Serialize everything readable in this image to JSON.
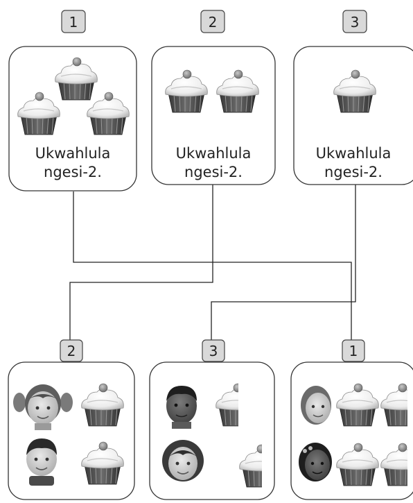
{
  "top_cards": [
    {
      "number": "1",
      "caption_line1": "Ukwahlula",
      "caption_line2": "ngesi-2.",
      "cupcake_count": 3
    },
    {
      "number": "2",
      "caption_line1": "Ukwahlula",
      "caption_line2": "ngesi-2.",
      "cupcake_count": 2
    },
    {
      "number": "3",
      "caption_line1": "Ukwahlula",
      "caption_line2": "ngesi-2.",
      "cupcake_count": 1
    }
  ],
  "bottom_cards": [
    {
      "number": "2",
      "rows": 2,
      "cupcakes_per_row": 1,
      "children": [
        "girl-pigtails",
        "boy"
      ]
    },
    {
      "number": "3",
      "rows": 2,
      "cupcakes_per_row": 1,
      "children": [
        "dark-skinned boy",
        "curly-haired girl"
      ]
    },
    {
      "number": "1",
      "rows": 2,
      "cupcakes_per_row": 2,
      "children": [
        "girl",
        "girl with braids"
      ]
    }
  ],
  "connections": [
    {
      "from_top": "1",
      "to_bottom": "1"
    },
    {
      "from_top": "2",
      "to_bottom": "2"
    },
    {
      "from_top": "3",
      "to_bottom": "3"
    }
  ],
  "colors": {
    "number_box_fill": "#d9d9d9",
    "line": "#222222",
    "frosting": "#f4f4f4",
    "cherry": "#8a8a8a",
    "liner": "#4a4a4a"
  }
}
